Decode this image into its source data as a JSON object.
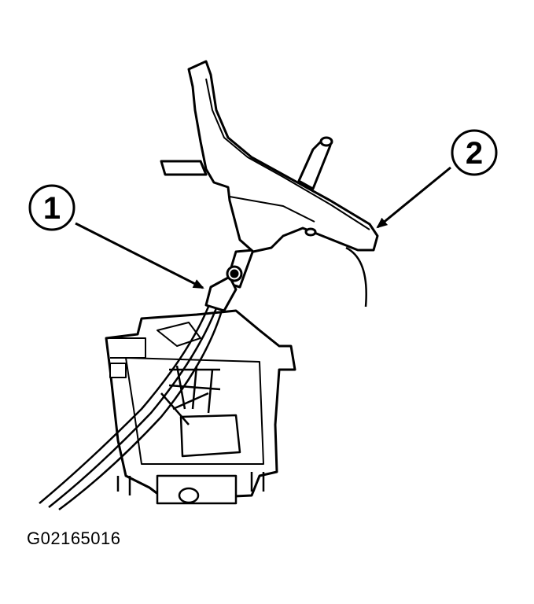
{
  "callouts": [
    {
      "label": "1"
    },
    {
      "label": "2"
    }
  ],
  "figure_id": "G02165016",
  "colors": {
    "ink": "#000000",
    "paper": "#ffffff"
  }
}
